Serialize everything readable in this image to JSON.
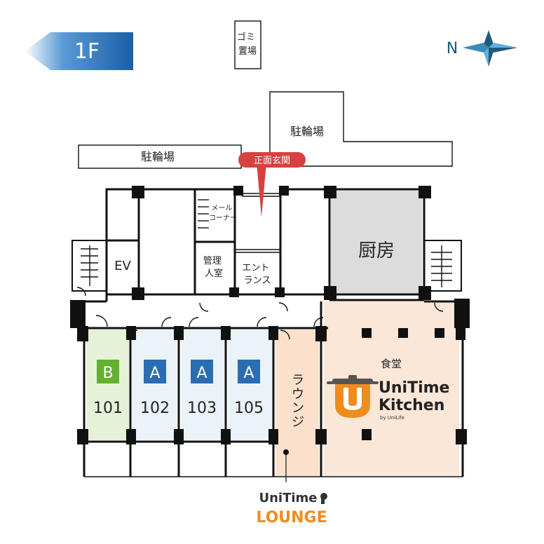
{
  "floor": {
    "label": "1F"
  },
  "compass": {
    "label": "N"
  },
  "rooms": {
    "trash": "ゴミ置場",
    "bike_top": "駐輪場",
    "bike_left": "駐輪場",
    "entrance_pin": "正面玄関",
    "mail": "メールコーナー",
    "ev": "EV",
    "manager": "管理人室",
    "entrance": "エントランス",
    "kitchen": "厨房",
    "dining": "食堂",
    "lounge": "ラウンジ"
  },
  "units": [
    {
      "type": "B",
      "number": "101"
    },
    {
      "type": "A",
      "number": "102"
    },
    {
      "type": "A",
      "number": "103"
    },
    {
      "type": "A",
      "number": "105"
    }
  ],
  "brand": {
    "kitchen_line1": "UniTime",
    "kitchen_line2": "Kitchen",
    "kitchen_by": "by UniLife",
    "lounge_line1": "UniTime",
    "lounge_line2": "LOUNGE"
  },
  "colors": {
    "floor_tag": "#1f6db6",
    "type_b": "#63b133",
    "type_a": "#2a6db3",
    "unit_b_fill": "#e6f2d8",
    "unit_a_fill": "#eaf3f8",
    "lounge_fill": "#fbe1cc",
    "dining_fill": "#fbe7d8",
    "kitchen_fill": "#dcdcdc",
    "pin": "#d94040",
    "brand_orange": "#f08c1e"
  }
}
